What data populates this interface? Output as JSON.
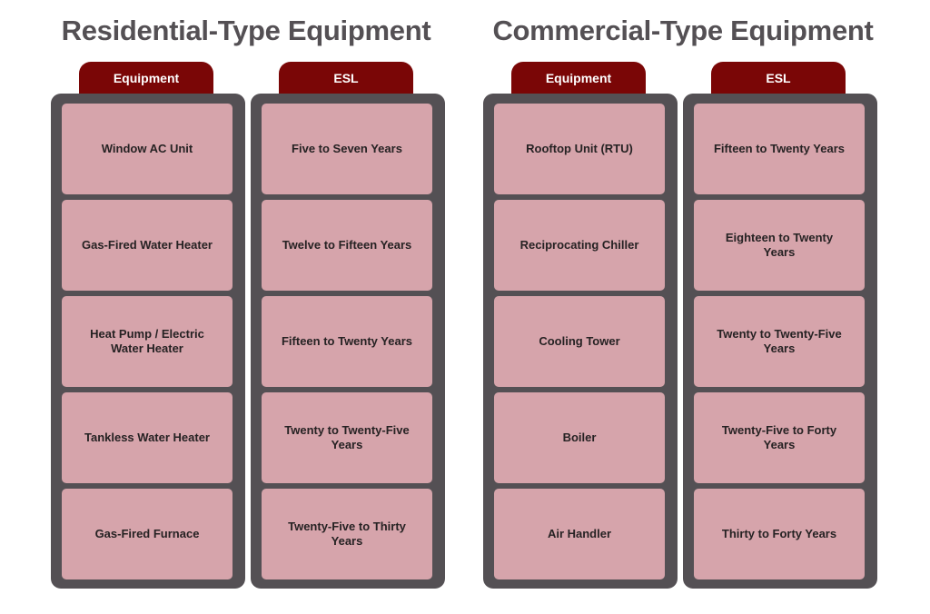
{
  "residential": {
    "title": "Residential-Type Equipment",
    "equipment_header": "Equipment",
    "esl_header": "ESL",
    "rows": [
      {
        "equipment": "Window AC Unit",
        "esl": "Five to Seven Years"
      },
      {
        "equipment": "Gas-Fired Water Heater",
        "esl": "Twelve to Fifteen Years"
      },
      {
        "equipment": "Heat Pump / Electric Water Heater",
        "esl": "Fifteen to Twenty Years"
      },
      {
        "equipment": "Tankless Water Heater",
        "esl": "Twenty to Twenty-Five Years"
      },
      {
        "equipment": "Gas-Fired Furnace",
        "esl": "Twenty-Five to Thirty Years"
      }
    ]
  },
  "commercial": {
    "title": "Commercial-Type Equipment",
    "equipment_header": "Equipment",
    "esl_header": "ESL",
    "rows": [
      {
        "equipment": "Rooftop Unit (RTU)",
        "esl": "Fifteen to Twenty Years"
      },
      {
        "equipment": "Reciprocating Chiller",
        "esl": "Eighteen to Twenty Years"
      },
      {
        "equipment": "Cooling Tower",
        "esl": "Twenty to Twenty-Five Years"
      },
      {
        "equipment": "Boiler",
        "esl": "Twenty-Five to Forty Years"
      },
      {
        "equipment": "Air Handler",
        "esl": "Thirty to Forty Years"
      }
    ]
  },
  "colors": {
    "title_text": "#545054",
    "header_tab": "#7a0606",
    "column_panel": "#545054",
    "cell_fill": "#d6a4ab",
    "cell_text": "#262223"
  }
}
